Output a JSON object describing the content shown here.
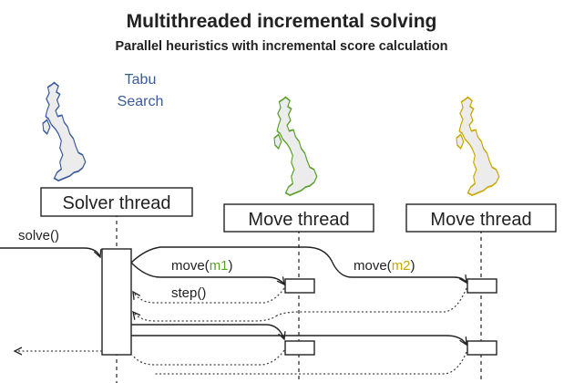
{
  "title": "Multithreaded incremental solving",
  "subtitle": "Parallel heuristics with incremental score calculation",
  "algorithm_label": {
    "line1": "Tabu",
    "line2": "Search"
  },
  "threads": {
    "solver": "Solver thread",
    "move1": "Move thread",
    "move2": "Move thread"
  },
  "messages": {
    "solve": "solve()",
    "move_prefix": "move(",
    "move_suffix": ")",
    "m1": "m1",
    "m2": "m2",
    "step": "step()"
  },
  "colors": {
    "solver_map": "#3a5a9c",
    "move1_map": "#5aa02c",
    "move2_map": "#c8a800",
    "map_fill": "#ececec",
    "text": "#222222",
    "algorithm_label": "#3a5a9c"
  },
  "icons": [
    "uk-map-icon",
    "uk-map-icon",
    "uk-map-icon"
  ]
}
